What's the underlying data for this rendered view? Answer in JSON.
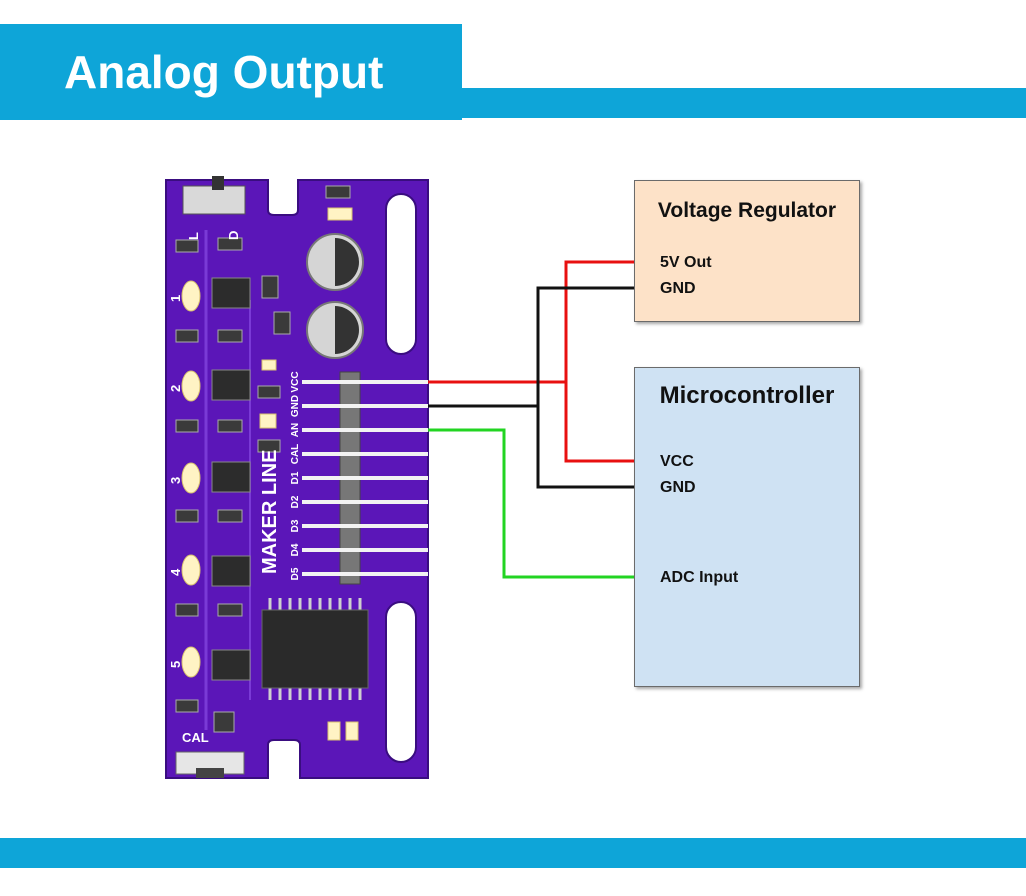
{
  "title": "Analog Output",
  "colors": {
    "banner": "#0ea5d8",
    "pcb": "#5b16b8",
    "wire_vcc": "#e81010",
    "wire_gnd": "#111111",
    "wire_signal": "#22d422",
    "regulator_fill": "#fde2c8",
    "mcu_fill": "#cfe2f3"
  },
  "board": {
    "brand": "MAKER LINE",
    "cal_label": "CAL",
    "switch_labels": [
      "L",
      "D"
    ],
    "sensor_numbers": [
      "1",
      "2",
      "3",
      "4",
      "5"
    ],
    "pin_labels": [
      "VCC",
      "GND",
      "AN",
      "CAL",
      "D1",
      "D2",
      "D3",
      "D4",
      "D5"
    ]
  },
  "regulator": {
    "title": "Voltage Regulator",
    "pins": [
      "5V Out",
      "GND"
    ]
  },
  "microcontroller": {
    "title": "Microcontroller",
    "pins": [
      "VCC",
      "GND",
      "ADC Input"
    ]
  }
}
